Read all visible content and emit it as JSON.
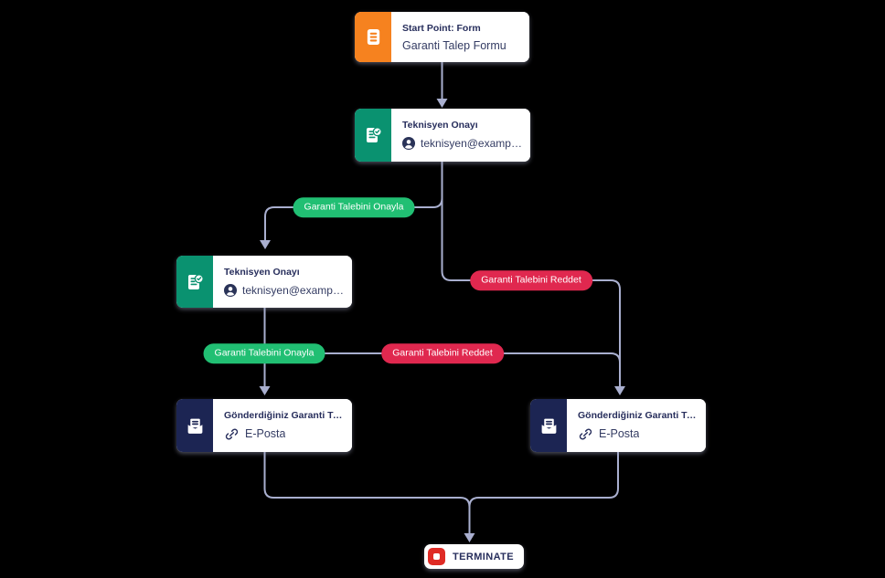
{
  "colors": {
    "background": "#000000",
    "edge": "#A9AFCF",
    "node_bg": "#FFFFFF",
    "title_text": "#272E5C",
    "subtitle_text": "#343C63",
    "start_accent": "#F6821F",
    "approval_accent": "#0A9270",
    "email_accent": "#1C2553",
    "approve_pill": "#21BF73",
    "reject_pill": "#E0284F",
    "terminate_accent": "#DF2B25",
    "avatar_fill": "#2A3358"
  },
  "nodes": {
    "start": {
      "title": "Start Point: Form",
      "subtitle": "Garanti Talep Formu"
    },
    "approval_top": {
      "title": "Teknisyen Onayı",
      "subtitle": "teknisyen@example.c..."
    },
    "approval_left": {
      "title": "Teknisyen Onayı",
      "subtitle": "teknisyen@example.c..."
    },
    "email_left": {
      "title": "Gönderdiğiniz Garanti Talep ...",
      "subtitle": "E-Posta"
    },
    "email_right": {
      "title": "Gönderdiğiniz Garanti Talep ...",
      "subtitle": "E-Posta"
    },
    "terminate": {
      "label": "TERMINATE"
    }
  },
  "edge_labels": {
    "approve_top": "Garanti Talebini Onayla",
    "reject_top": "Garanti Talebini Reddet",
    "approve_bottom": "Garanti Talebini Onayla",
    "reject_bottom": "Garanti Talebini Reddet"
  },
  "connections": [
    {
      "from": "start",
      "to": "approval_top",
      "label": ""
    },
    {
      "from": "approval_top",
      "to": "approval_left",
      "label": "Garanti Talebini Onayla"
    },
    {
      "from": "approval_top",
      "to": "email_right",
      "label": "Garanti Talebini Reddet"
    },
    {
      "from": "approval_left",
      "to": "email_left",
      "label": "Garanti Talebini Onayla"
    },
    {
      "from": "approval_left",
      "to": "email_right",
      "label": "Garanti Talebini Reddet"
    },
    {
      "from": "email_left",
      "to": "terminate",
      "label": ""
    },
    {
      "from": "email_right",
      "to": "terminate",
      "label": ""
    }
  ]
}
